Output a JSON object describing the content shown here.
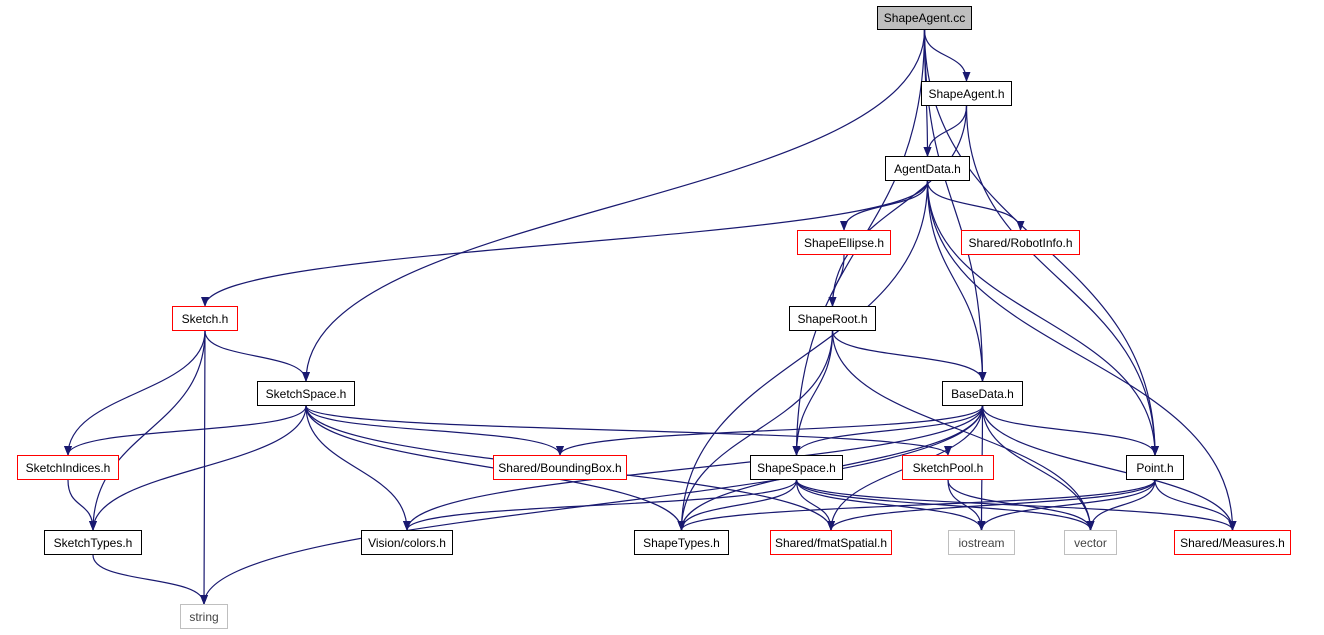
{
  "colors": {
    "edge": "#191970",
    "border_complete": "#000000",
    "border_truncated": "#ff0000",
    "border_external": "#bfbfbf",
    "root_fill": "#bfbfbf"
  },
  "nodes": {
    "shapeagent_cc": {
      "label": "ShapeAgent.cc",
      "kind": "root"
    },
    "shapeagent_h": {
      "label": "ShapeAgent.h",
      "kind": "complete"
    },
    "agentdata_h": {
      "label": "AgentData.h",
      "kind": "complete"
    },
    "shapeellipse_h": {
      "label": "ShapeEllipse.h",
      "kind": "truncated"
    },
    "robotinfo_h": {
      "label": "Shared/RobotInfo.h",
      "kind": "truncated"
    },
    "sketch_h": {
      "label": "Sketch.h",
      "kind": "truncated"
    },
    "shaperoot_h": {
      "label": "ShapeRoot.h",
      "kind": "complete"
    },
    "sketchspace_h": {
      "label": "SketchSpace.h",
      "kind": "complete"
    },
    "basedata_h": {
      "label": "BaseData.h",
      "kind": "complete"
    },
    "sketchindices_h": {
      "label": "SketchIndices.h",
      "kind": "truncated"
    },
    "boundingbox_h": {
      "label": "Shared/BoundingBox.h",
      "kind": "truncated"
    },
    "shapespace_h": {
      "label": "ShapeSpace.h",
      "kind": "complete"
    },
    "sketchpool_h": {
      "label": "SketchPool.h",
      "kind": "truncated"
    },
    "point_h": {
      "label": "Point.h",
      "kind": "complete"
    },
    "sketchtypes_h": {
      "label": "SketchTypes.h",
      "kind": "complete"
    },
    "visioncolors_h": {
      "label": "Vision/colors.h",
      "kind": "complete"
    },
    "shapetypes_h": {
      "label": "ShapeTypes.h",
      "kind": "complete"
    },
    "fmatspatial_h": {
      "label": "Shared/fmatSpatial.h",
      "kind": "truncated"
    },
    "iostream": {
      "label": "iostream",
      "kind": "external"
    },
    "vector": {
      "label": "vector",
      "kind": "external"
    },
    "measures_h": {
      "label": "Shared/Measures.h",
      "kind": "truncated"
    },
    "string": {
      "label": "string",
      "kind": "external"
    }
  },
  "edges": [
    [
      "shapeagent_cc",
      "shapeagent_h"
    ],
    [
      "shapeagent_cc",
      "agentdata_h"
    ],
    [
      "shapeagent_cc",
      "sketchspace_h"
    ],
    [
      "shapeagent_cc",
      "basedata_h"
    ],
    [
      "shapeagent_cc",
      "shapespace_h"
    ],
    [
      "shapeagent_cc",
      "point_h"
    ],
    [
      "shapeagent_h",
      "agentdata_h"
    ],
    [
      "shapeagent_h",
      "shaperoot_h"
    ],
    [
      "shapeagent_h",
      "point_h"
    ],
    [
      "agentdata_h",
      "shapeellipse_h"
    ],
    [
      "agentdata_h",
      "robotinfo_h"
    ],
    [
      "agentdata_h",
      "sketch_h"
    ],
    [
      "agentdata_h",
      "basedata_h"
    ],
    [
      "agentdata_h",
      "shapetypes_h"
    ],
    [
      "agentdata_h",
      "point_h"
    ],
    [
      "agentdata_h",
      "measures_h"
    ],
    [
      "shapeellipse_h",
      "shaperoot_h"
    ],
    [
      "sketch_h",
      "sketchspace_h"
    ],
    [
      "sketch_h",
      "sketchindices_h"
    ],
    [
      "sketch_h",
      "sketchtypes_h"
    ],
    [
      "sketch_h",
      "string"
    ],
    [
      "shaperoot_h",
      "basedata_h"
    ],
    [
      "shaperoot_h",
      "shapespace_h"
    ],
    [
      "shaperoot_h",
      "shapetypes_h"
    ],
    [
      "shaperoot_h",
      "vector"
    ],
    [
      "sketchspace_h",
      "sketchindices_h"
    ],
    [
      "sketchspace_h",
      "boundingbox_h"
    ],
    [
      "sketchspace_h",
      "sketchpool_h"
    ],
    [
      "sketchspace_h",
      "sketchtypes_h"
    ],
    [
      "sketchspace_h",
      "visioncolors_h"
    ],
    [
      "sketchspace_h",
      "shapetypes_h"
    ],
    [
      "sketchspace_h",
      "fmatspatial_h"
    ],
    [
      "basedata_h",
      "boundingbox_h"
    ],
    [
      "basedata_h",
      "shapespace_h"
    ],
    [
      "basedata_h",
      "point_h"
    ],
    [
      "basedata_h",
      "visioncolors_h"
    ],
    [
      "basedata_h",
      "shapetypes_h"
    ],
    [
      "basedata_h",
      "fmatspatial_h"
    ],
    [
      "basedata_h",
      "iostream"
    ],
    [
      "basedata_h",
      "vector"
    ],
    [
      "basedata_h",
      "measures_h"
    ],
    [
      "basedata_h",
      "string"
    ],
    [
      "sketchindices_h",
      "sketchtypes_h"
    ],
    [
      "shapespace_h",
      "visioncolors_h"
    ],
    [
      "shapespace_h",
      "shapetypes_h"
    ],
    [
      "shapespace_h",
      "fmatspatial_h"
    ],
    [
      "shapespace_h",
      "iostream"
    ],
    [
      "shapespace_h",
      "vector"
    ],
    [
      "shapespace_h",
      "measures_h"
    ],
    [
      "sketchpool_h",
      "iostream"
    ],
    [
      "sketchpool_h",
      "vector"
    ],
    [
      "point_h",
      "shapetypes_h"
    ],
    [
      "point_h",
      "fmatspatial_h"
    ],
    [
      "point_h",
      "iostream"
    ],
    [
      "point_h",
      "vector"
    ],
    [
      "point_h",
      "measures_h"
    ],
    [
      "sketchtypes_h",
      "string"
    ]
  ]
}
